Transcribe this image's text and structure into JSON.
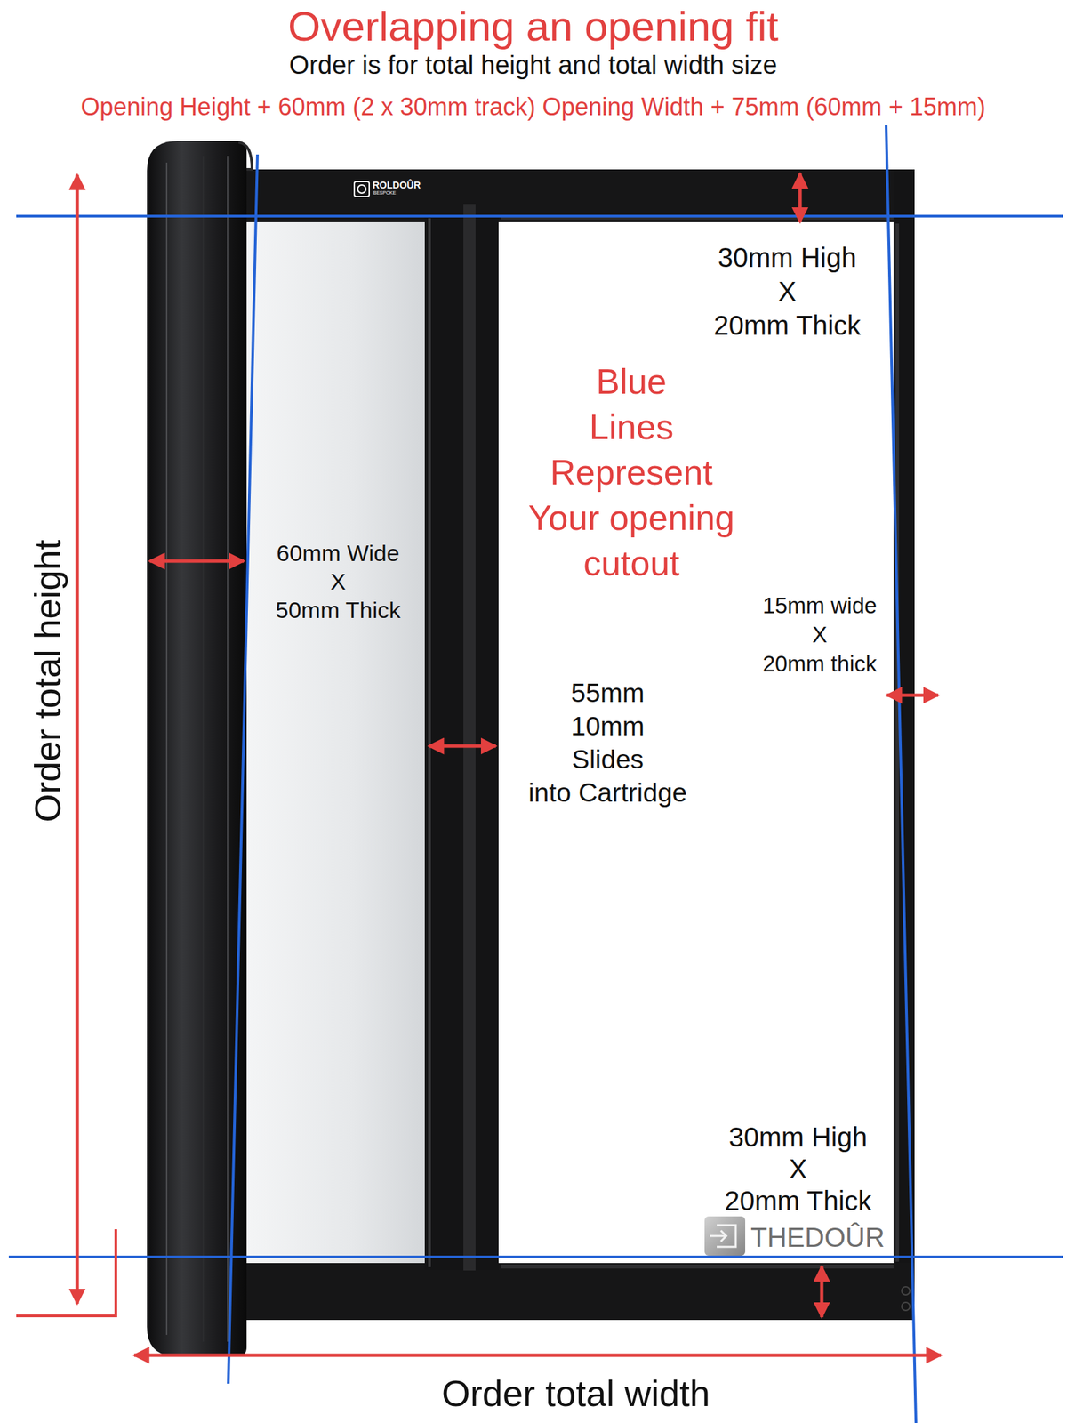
{
  "diagram": {
    "title": "Overlapping an opening fit",
    "labels": [
      "Order is for total height and total width size",
      "Opening Height + 60mm (2 x 30mm track) Opening Width + 75mm (60mm + 15mm)",
      "ROLDOÛR",
      "BESPOKE",
      "30mm High X 20mm Thick",
      "Blue Lines Represent Your opening cutout",
      "60mm Wide X 50mm Thick",
      "15mm wide X 20mm thick",
      "55mm 10mm Slides into Cartridge",
      "30mm High X 20mm Thick",
      "THEDOÛR",
      "Order total height",
      "Order total width"
    ]
  }
}
